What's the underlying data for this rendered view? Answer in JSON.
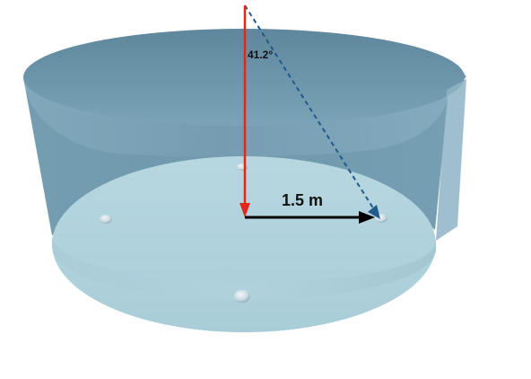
{
  "diagram": {
    "angle_label": "41.2°",
    "distance_label": "1.5 m",
    "colors": {
      "vertical_arrow": "#e3261c",
      "radius_arrow": "#000000",
      "dashed_sightline": "#1f5a8a",
      "tank_wall": "#6b97ad",
      "tank_floor": "#b9d9e2"
    },
    "features": {
      "floor_bumps": 4,
      "cylindrical_tank": true
    }
  }
}
